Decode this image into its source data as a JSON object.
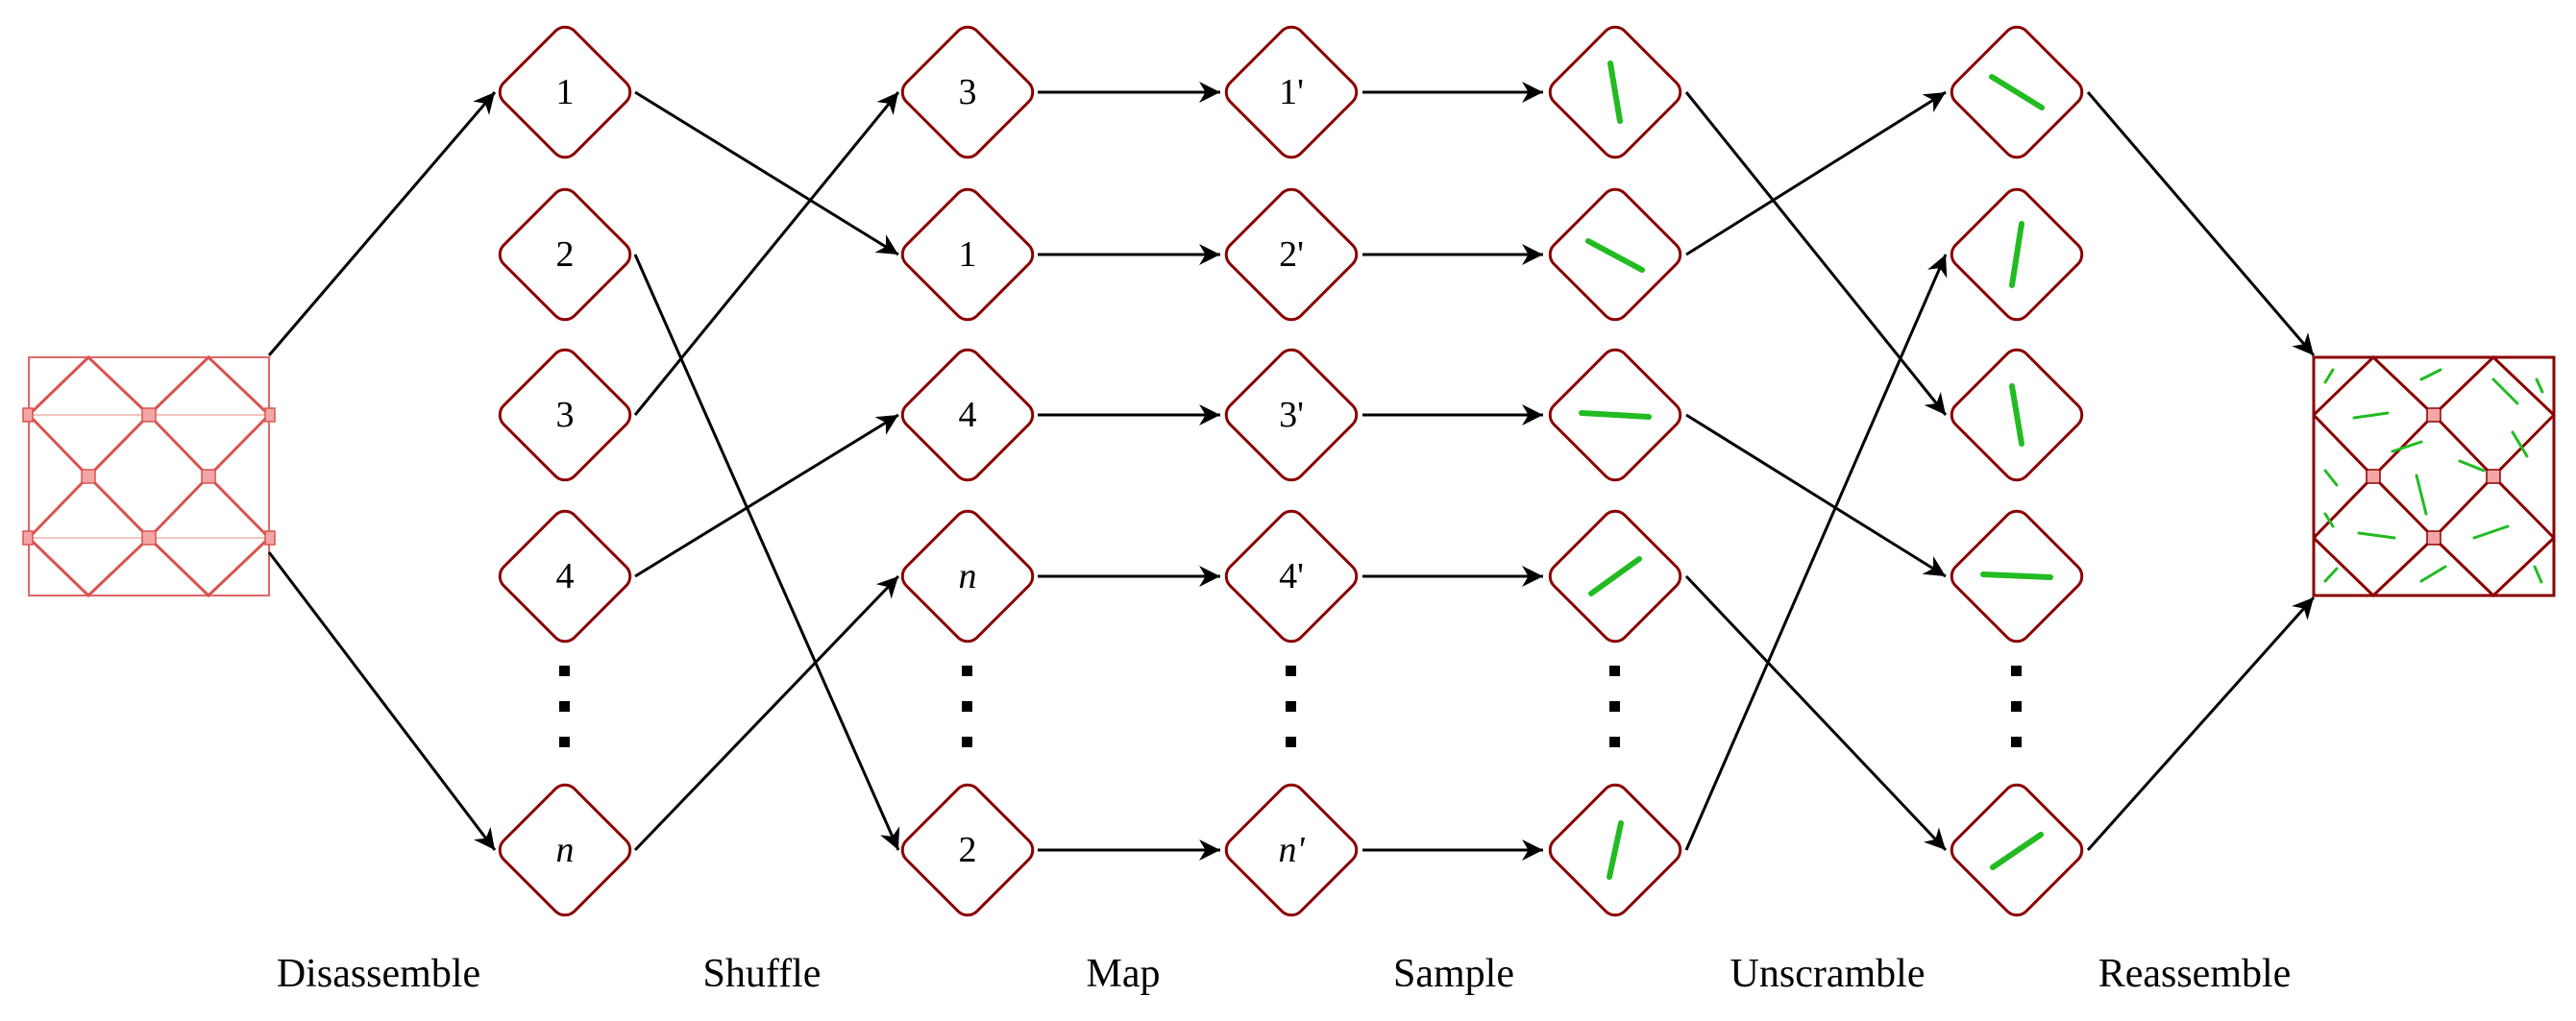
{
  "colors": {
    "node_border": "#8b0000",
    "sample_line": "#22bb22",
    "mesh_light": "#e06666",
    "mesh_fill": "#f4a6a6",
    "arrow": "#000000"
  },
  "stages": {
    "disassemble": "Disassemble",
    "shuffle": "Shuffle",
    "map": "Map",
    "sample": "Sample",
    "unscramble": "Unscramble",
    "reassemble": "Reassemble"
  },
  "columns": {
    "disassembled": [
      "1",
      "2",
      "3",
      "4",
      "n"
    ],
    "shuffled": [
      "3",
      "1",
      "4",
      "n",
      "2"
    ],
    "mapped": [
      "1'",
      "2'",
      "3'",
      "4'",
      "n'"
    ]
  },
  "ellipsis_icon": "vertical-dots-icon",
  "input_mesh_icon": "input-mesh-icon",
  "output_mesh_icon": "output-mesh-icon"
}
